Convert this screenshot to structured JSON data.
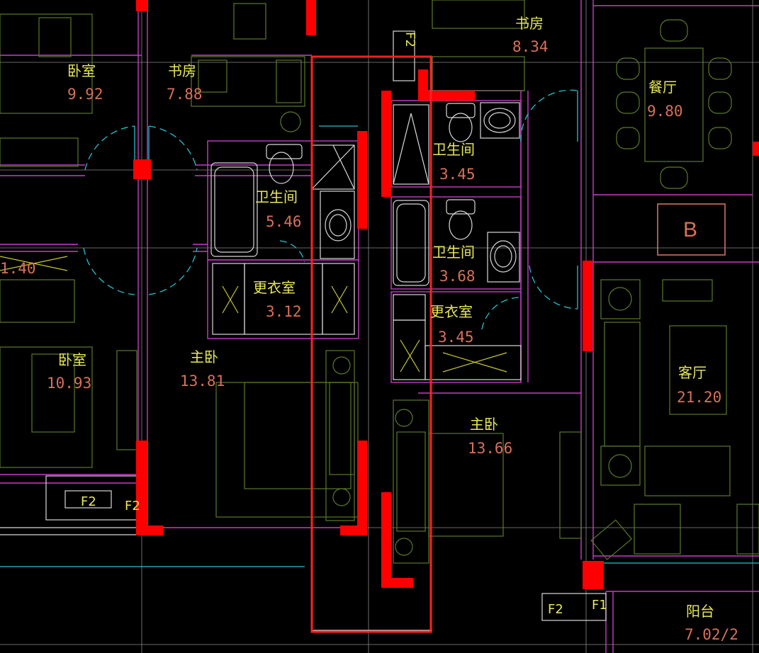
{
  "rooms": {
    "bedroom_tl": {
      "name": "卧室",
      "area": "9.92"
    },
    "study_l": {
      "name": "书房",
      "area": "7.88"
    },
    "study_r": {
      "name": "书房",
      "area": "8.34"
    },
    "dining": {
      "name": "餐厅",
      "area": "9.80"
    },
    "bath_l": {
      "name": "卫生间",
      "area": "5.46"
    },
    "bath_r1": {
      "name": "卫生间",
      "area": "3.45"
    },
    "bath_r2": {
      "name": "卫生间",
      "area": "3.68"
    },
    "closet_l": {
      "name": "更衣室",
      "area": "3.12"
    },
    "closet_r": {
      "name": "更衣室",
      "area": "3.45"
    },
    "bedroom_ml": {
      "name": "卧室",
      "area": "10.93"
    },
    "master_l": {
      "name": "主卧",
      "area": "13.81"
    },
    "master_r": {
      "name": "主卧",
      "area": "13.66"
    },
    "living": {
      "name": "客厅",
      "area": "21.20"
    },
    "balcony": {
      "name": "阳台",
      "area": "7.02/2"
    }
  },
  "partial_area_left": "1.40",
  "unit_marker": "B",
  "tags": {
    "f2_top": "F2",
    "f2_left_box": "F2",
    "f2_left": "F2",
    "f2_bottom": "F2",
    "f1_bottom": "F1"
  },
  "colors": {
    "wall": "#ff0000",
    "highlight": "#ff2020",
    "room_name": "#e8e85a",
    "room_area": "#d9705a",
    "partition": "#c83cc8",
    "door_swing": "#27c0d0",
    "furniture": "#5a7a2a",
    "background": "#000000"
  }
}
